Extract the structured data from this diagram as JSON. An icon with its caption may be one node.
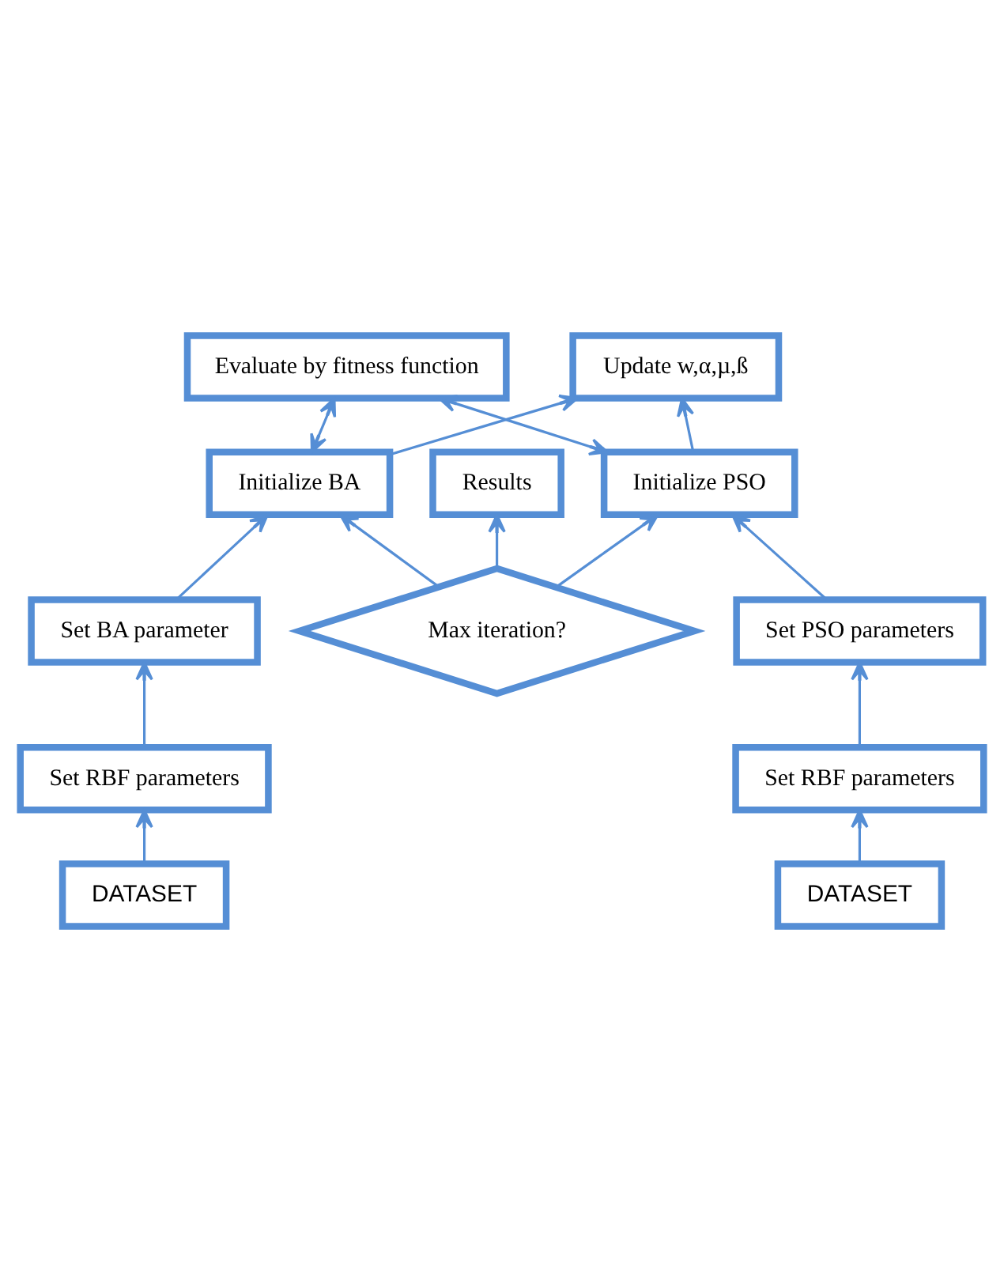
{
  "diagram": {
    "nodes": [
      {
        "text": [
          "Results"
        ]
      },
      {
        "text": [
          "Max iteration?"
        ]
      },
      {
        "text": [
          "Update w,α,µ,ß"
        ]
      },
      {
        "text": [
          "Initialize PSO"
        ]
      },
      {
        "text": [
          "Initialize BA"
        ]
      },
      {
        "text": [
          "Set PSO parameters"
        ]
      },
      {
        "text": [
          "Evaluate by fitness function"
        ]
      },
      {
        "text": [
          "Set BA parameter"
        ]
      },
      {
        "text": [
          "Set RBF parameters"
        ]
      },
      {
        "text": [
          "Set RBF parameters"
        ]
      },
      {
        "text": [
          "DATASET"
        ]
      },
      {
        "text": [
          "DATASET"
        ]
      }
    ],
    "edges": [
      {
        "from": 1,
        "to": 0,
        "arrow": "to"
      },
      {
        "from": 1,
        "to": 3,
        "arrow": "to"
      },
      {
        "from": 1,
        "to": 4,
        "arrow": "to"
      },
      {
        "from": 3,
        "to": 2,
        "arrow": "to"
      },
      {
        "from": 4,
        "to": 2,
        "arrow": "to"
      },
      {
        "from": 3,
        "to": 6,
        "arrow": "both"
      },
      {
        "from": 4,
        "to": 6,
        "arrow": "both"
      },
      {
        "from": 5,
        "to": 3,
        "arrow": "to"
      },
      {
        "from": 8,
        "to": 5,
        "arrow": "to"
      },
      {
        "from": 10,
        "to": 8,
        "arrow": "to"
      },
      {
        "from": 7,
        "to": 4,
        "arrow": "to"
      },
      {
        "from": 9,
        "to": 7,
        "arrow": "to"
      },
      {
        "from": 11,
        "to": 9,
        "arrow": "to"
      }
    ]
  }
}
